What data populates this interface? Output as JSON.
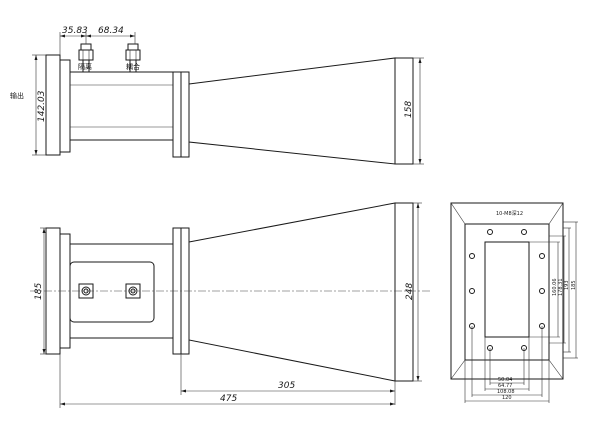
{
  "labels": {
    "isolation": "隔离",
    "coupling": "耦合",
    "output": "输出",
    "thread": "10-M8深12"
  },
  "dimensions": {
    "top_left": "35.83",
    "top_right": "68.34",
    "flange_height": "142.03",
    "mouth_height_top": "158",
    "flange_height_front": "185",
    "mouth_height_front": "248",
    "horn_length": "305",
    "total_length": "475",
    "end_d1": "50.04",
    "end_d2": "64.77",
    "end_d3": "108.08",
    "end_d4": "120",
    "end_v1": "160.06",
    "end_v2": "178.31",
    "end_v3": "193",
    "end_v4": "185"
  }
}
